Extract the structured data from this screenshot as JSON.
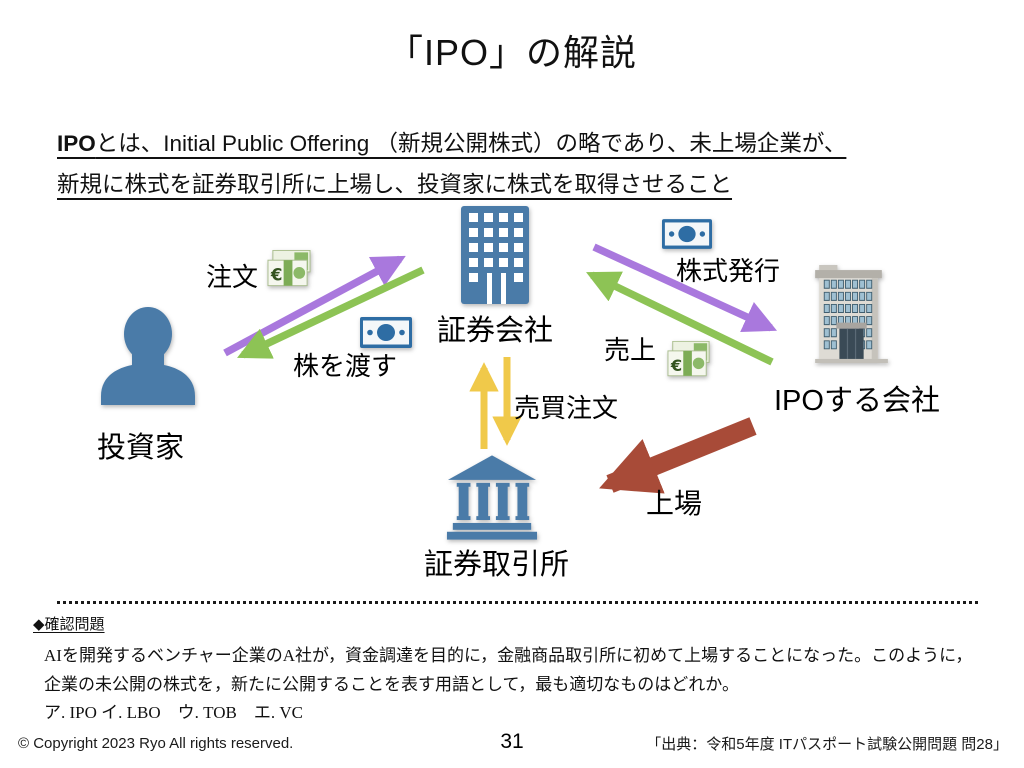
{
  "title": "「IPO」の解説",
  "definition": {
    "bold": "IPO",
    "line1_rest": "とは、Initial Public Offering （新規公開株式）の略であり、未上場企業が、",
    "line2": "新規に株式を証券取引所に上場し、投資家に株式を取得させること"
  },
  "diagram": {
    "nodes": {
      "investor": "投資家",
      "securities_company": "証券会社",
      "ipo_company": "IPOする会社",
      "stock_exchange": "証券取引所"
    },
    "labels": {
      "order": "注文",
      "hand_over_stock": "株を渡す",
      "stock_issuance": "株式発行",
      "sales": "売上",
      "trade_order": "売買注文",
      "listing": "上場"
    },
    "icons": {
      "investor": "person-silhouette-icon",
      "securities_company": "office-tower-icon",
      "ipo_company": "company-building-emoji-icon",
      "stock_exchange": "bank-icon",
      "money_blue": "blue-banknote-icon",
      "money_green": "euro-banknotes-icon"
    },
    "colors": {
      "node_blue": "#4a7ba8",
      "arrow_purple": "#a978dd",
      "arrow_green": "#8dc355",
      "arrow_yellow": "#f0c94a",
      "arrow_red": "#a84b38"
    }
  },
  "quiz": {
    "heading": "◆確認問題",
    "line1": "AIを開発するベンチャー企業のA社が，資金調達を目的に，金融商品取引所に初めて上場することになった。このように，",
    "line2": "企業の未公開の株式を，新たに公開することを表す用語として，最も適切なものはどれか。",
    "options": "ア. IPO イ. LBO　ウ. TOB　エ. VC"
  },
  "footer": {
    "copyright": "© Copyright 2023 Ryo All rights reserved.",
    "page_number": "31",
    "source": "「出典：令和5年度 ITパスポート試験公開問題 問28」"
  }
}
